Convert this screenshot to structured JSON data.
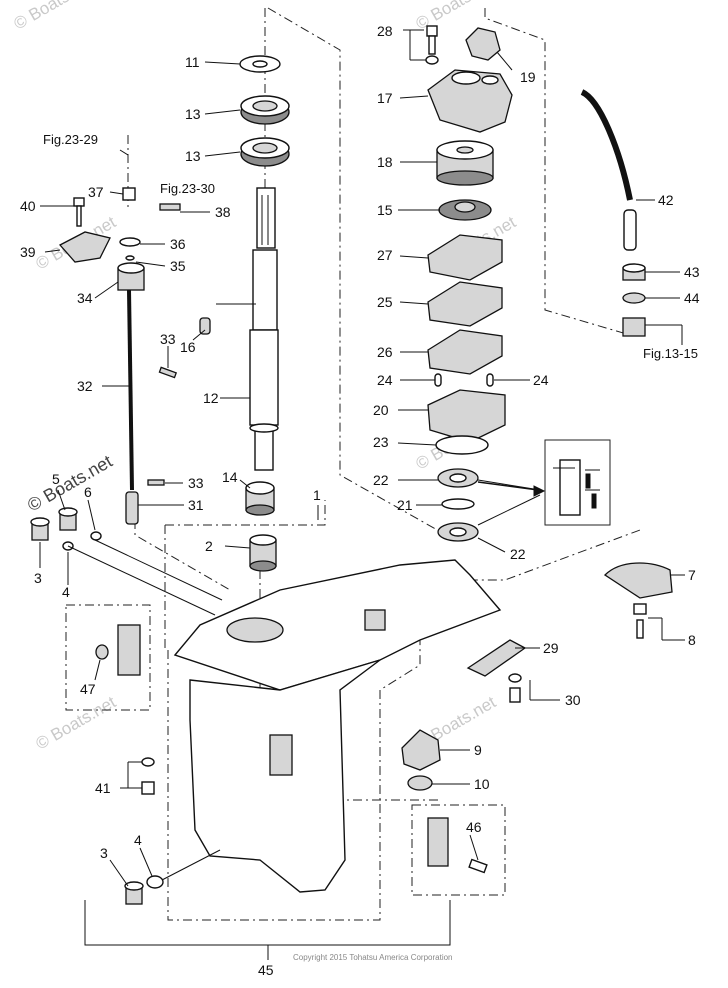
{
  "watermark": "© Boats.net",
  "copyright": "Copyright 2015 Tohatsu America Corporation",
  "callouts": {
    "c1": "1",
    "c2": "2",
    "c3a": "3",
    "c3b": "3",
    "c4a": "4",
    "c4b": "4",
    "c5": "5",
    "c6": "6",
    "c7": "7",
    "c8": "8",
    "c9": "9",
    "c10": "10",
    "c11": "11",
    "c12": "12",
    "c13a": "13",
    "c13b": "13",
    "c14": "14",
    "c15": "15",
    "c16": "16",
    "c17": "17",
    "c18": "18",
    "c19": "19",
    "c20": "20",
    "c21": "21",
    "c22a": "22",
    "c22b": "22",
    "c23": "23",
    "c24a": "24",
    "c24b": "24",
    "c25": "25",
    "c26": "26",
    "c27": "27",
    "c28": "28",
    "c29": "29",
    "c30": "30",
    "c31": "31",
    "c32": "32",
    "c33a": "33",
    "c33b": "33",
    "c34": "34",
    "c35": "35",
    "c36": "36",
    "c37": "37",
    "c38": "38",
    "c39": "39",
    "c40": "40",
    "c41": "41",
    "c42": "42",
    "c43": "43",
    "c44": "44",
    "c45": "45",
    "c46": "46",
    "c47": "47"
  },
  "refs": {
    "fig2329": "Fig.23-29",
    "fig2330": "Fig.23-30",
    "fig1315": "Fig.13-15"
  }
}
